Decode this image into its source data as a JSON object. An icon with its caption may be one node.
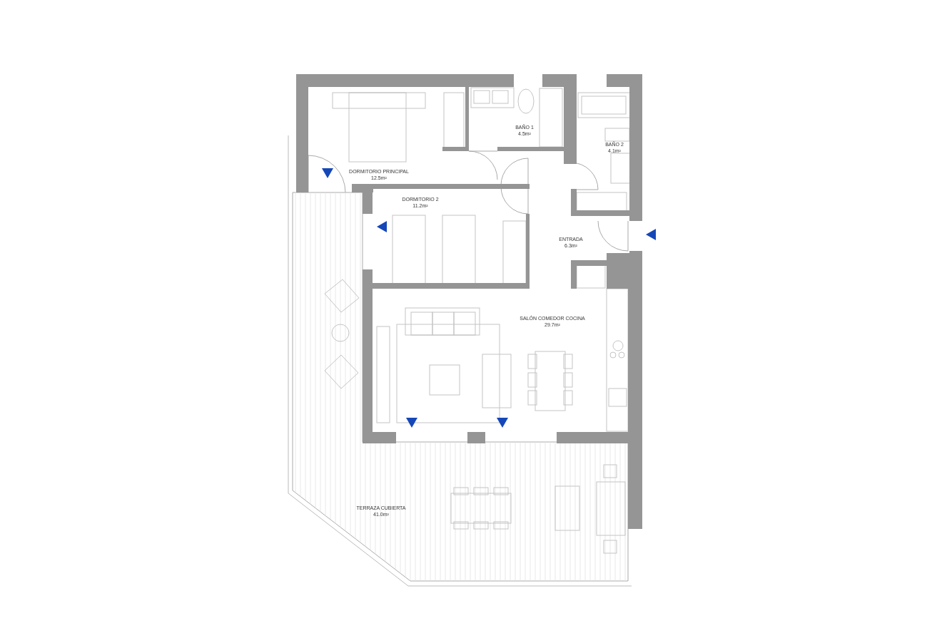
{
  "diagram": {
    "labels": [
      "BAÑO 1",
      "4.5m²",
      "BAÑO 2",
      "4.1m²",
      "DORMITORIO PRINCIPAL",
      "12.5m²",
      "DORMITORIO 2",
      "11.2m²",
      "ENTRADA",
      "6.3m²",
      "SALÓN COMEDOR COCINA",
      "29.7m²",
      "TERRAZA CUBIERTA",
      "41.0m²"
    ]
  }
}
